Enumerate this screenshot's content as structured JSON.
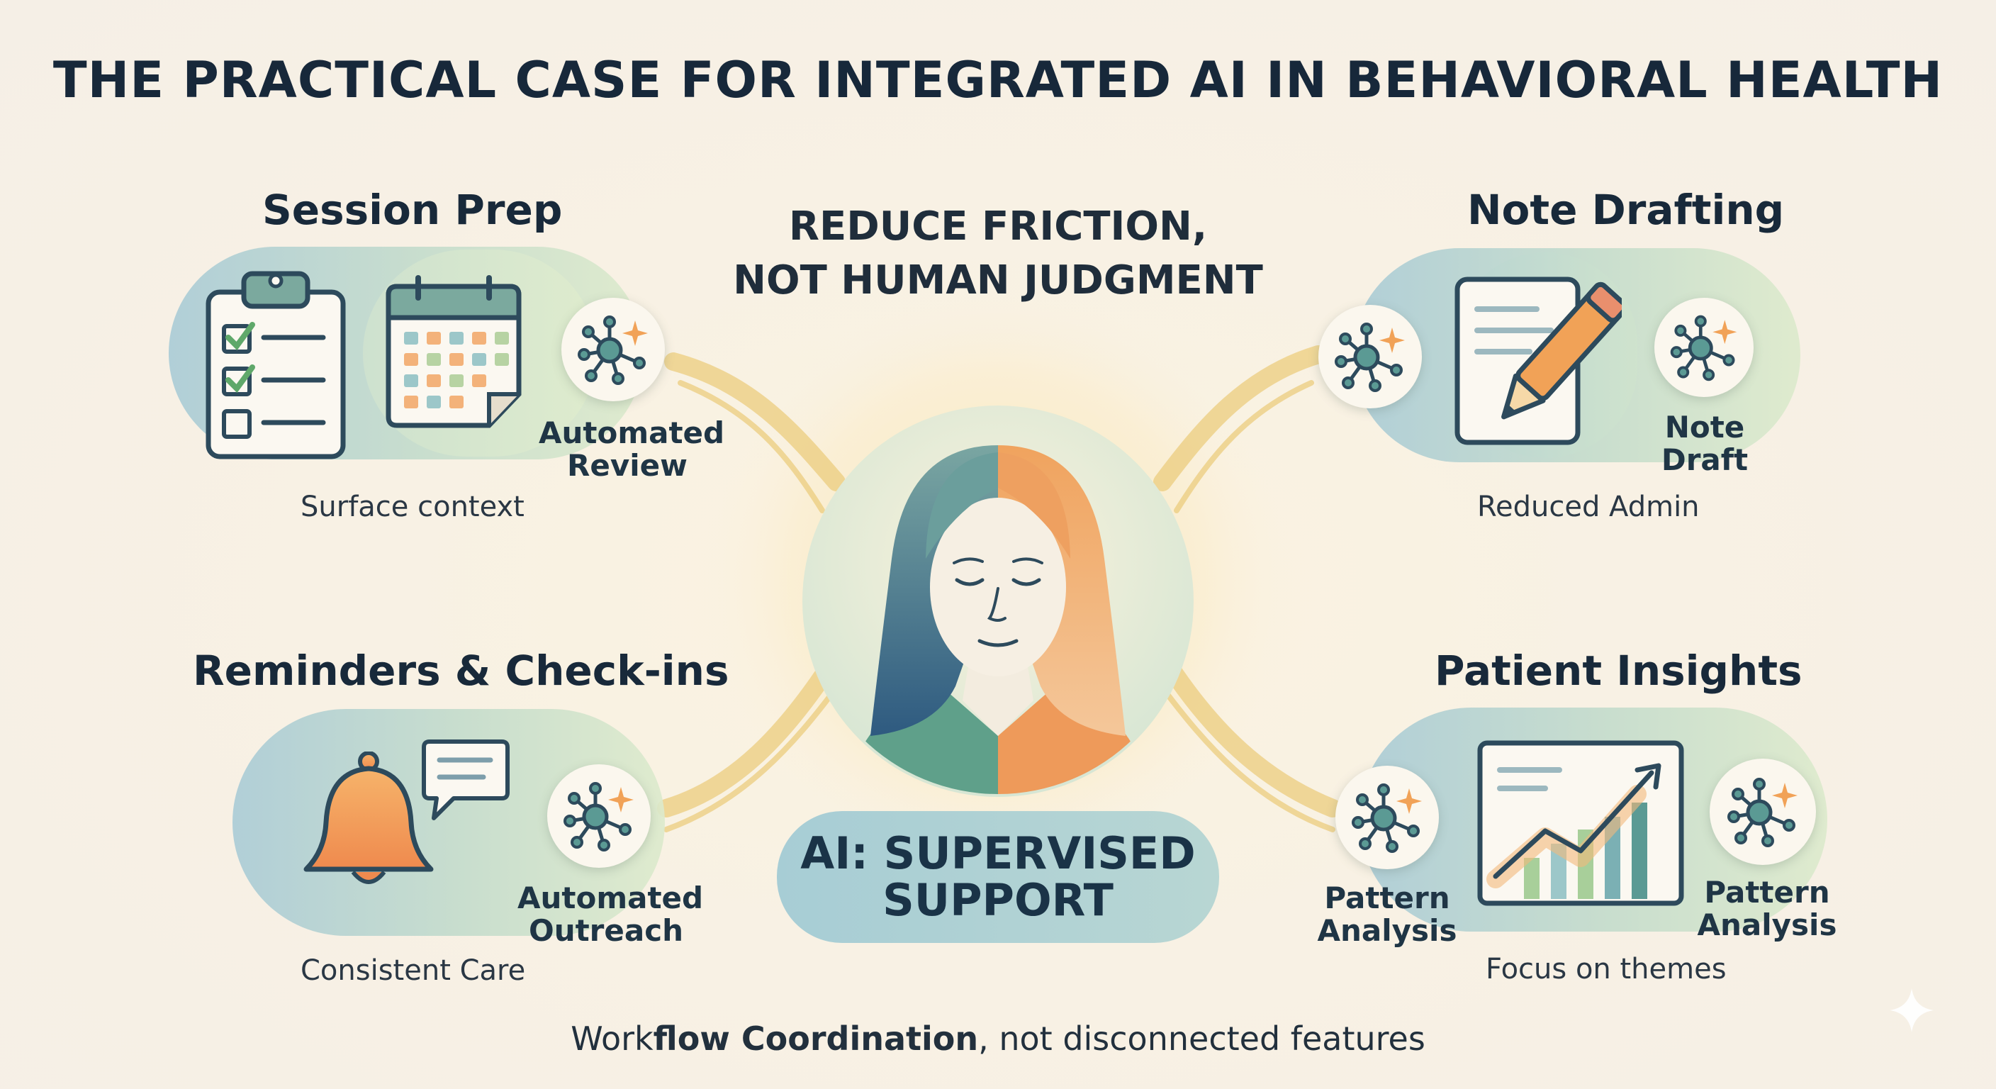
{
  "title": "THE PRACTICAL CASE FOR INTEGRATED AI IN BEHAVIORAL HEALTH",
  "center": {
    "tagline_line1": "REDUCE FRICTION,",
    "tagline_line2": "NOT HUMAN JUDGMENT",
    "support_line1": "AI: SUPERVISED",
    "support_line2": "SUPPORT"
  },
  "sections": {
    "session_prep": {
      "title": "Session Prep",
      "ai_line1": "Automated",
      "ai_line2": "Review",
      "caption": "Surface context"
    },
    "note_drafting": {
      "title": "Note Drafting",
      "ai_line1": "Note",
      "ai_line2": "Draft",
      "caption": "Reduced Admin"
    },
    "reminders": {
      "title": "Reminders & Check-ins",
      "ai_line1": "Automated",
      "ai_line2": "Outreach",
      "caption": "Consistent Care"
    },
    "patient_insights": {
      "title": "Patient Insights",
      "left_line1": "Pattern",
      "left_line2": "Analysis",
      "right_line1": "Pattern",
      "right_line2": "Analysis",
      "caption": "Focus on themes"
    }
  },
  "footer": {
    "part1": "Work",
    "part2": "flow Coordination",
    "part3": ", not disconnected features"
  },
  "colors": {
    "navy": "#2d4a5c",
    "teal": "#5b9a94",
    "orange": "#f1a257",
    "gold": "#e9c46a",
    "green": "#5fa86a"
  }
}
